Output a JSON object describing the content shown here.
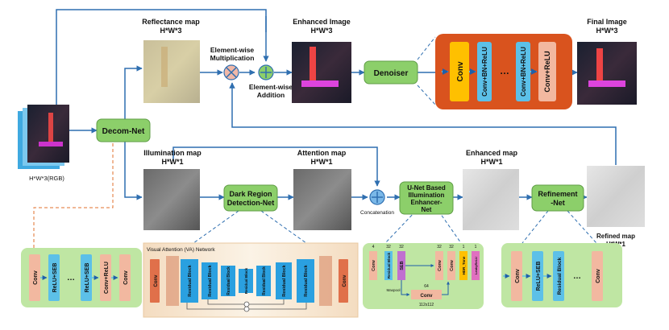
{
  "input": {
    "label": "H*W*3(RGB)"
  },
  "modules": {
    "decom": "Decom-Net",
    "dark_region_1": "Dark Region",
    "dark_region_2": "Detection-Net",
    "unet_1": "U-Net Based",
    "unet_2": "Illumination",
    "unet_3": "Enhancer-",
    "unet_4": "Net",
    "denoiser": "Denoiser",
    "refinement_1": "Refinement",
    "refinement_2": "-Net"
  },
  "maps": {
    "reflectance": {
      "title": "Reflectance map",
      "dims": "H*W*3"
    },
    "enhanced_image": {
      "title": "Enhanced Image",
      "dims": "H*W*3"
    },
    "final_image": {
      "title": "Final Image",
      "dims": "H*W*3"
    },
    "illumination": {
      "title": "Illumination map",
      "dims": "H*W*1"
    },
    "attention": {
      "title": "Attention map",
      "dims": "H*W*1"
    },
    "enhanced_map": {
      "title": "Enhanced map",
      "dims": "H*W*1"
    },
    "refined_map": {
      "title": "Refined map",
      "dims": "H*W*1"
    }
  },
  "operations": {
    "multiply_1": "Element-wise",
    "multiply_2": "Multiplication",
    "add_1": "Element-wise",
    "add_2": "Addition",
    "concat": "Concatenation"
  },
  "denoiser_detail": {
    "conv": "Conv",
    "conv_bn_relu_1": "Conv+BN+ReLU",
    "conv_bn_relu_2": "Conv+BN+ReLU",
    "conv_relu": "Conv+ReLU",
    "dots": "…"
  },
  "decom_detail": {
    "conv_1": "Conv",
    "relu_seb_1": "ReLU+SEB",
    "relu_seb_2": "ReLU+SEB",
    "conv_relu": "Conv+ReLU",
    "conv_2": "Conv",
    "dots": "…"
  },
  "va_detail": {
    "title": "Visual Attention (VA) Network",
    "conv": "Conv",
    "res1": "Residual Block",
    "res2": "Residual Block",
    "res3": "Residual Block",
    "res4": "Residual Block",
    "res5": "Residual Block",
    "res6": "Residual Block",
    "res7": "Residual Block",
    "conv_out": "Conv"
  },
  "unet_detail": {
    "n4": "4",
    "n32a": "32",
    "n32b": "32",
    "n32c": "32",
    "n32d": "32",
    "n1a": "1",
    "n1b": "1",
    "n64": "64",
    "conv_a": "Conv",
    "residual": "Residual Block",
    "seb": "SEB",
    "conv_b": "Conv",
    "conv_c": "Conv",
    "hdr": "HDR_Tone",
    "leaky": "LeakyReLU",
    "conv_bottom": "Conv",
    "size": "112x112",
    "maxpool": "Maxpool"
  },
  "refine_detail": {
    "conv_1": "Conv",
    "relu_seb": "ReLU+SEB",
    "residual": "Residual Block",
    "conv_2": "Conv",
    "dots": "…"
  },
  "colors": {
    "flow": "#2f6fb0",
    "module_fill": "#8ccf6a",
    "detail_bg": "#bfe6a3",
    "denoiser_bg": "#d9531e",
    "conv_orange": "#f2b8a0",
    "blue_block": "#5cc0e8",
    "yellow": "#ffc000",
    "dash": "#e0722c"
  }
}
